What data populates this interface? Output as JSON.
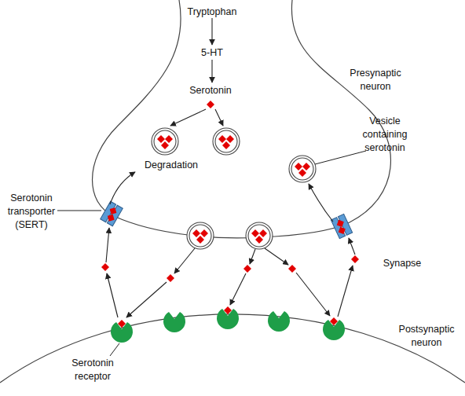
{
  "diagram": {
    "nodes": [
      {
        "text": [
          "Presynaptic neuron"
        ]
      },
      {
        "text": [
          "Postsynaptic neuron"
        ]
      }
    ],
    "labels": [
      "Tryptophan",
      "5-HT",
      "Serotonin",
      "Vesicle containing serotonin",
      "Degradation",
      "Serotonin transporter (SERT)",
      "Synapse",
      "Serotonin receptor"
    ]
  }
}
